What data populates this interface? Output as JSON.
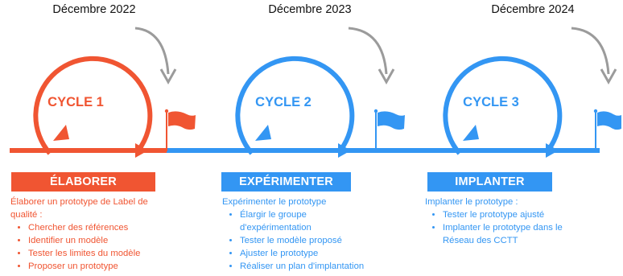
{
  "colors": {
    "orange": "#F05532",
    "blue": "#3396F3",
    "arrow_gray": "#9B9B9B"
  },
  "cycles": [
    {
      "date": "Décembre 2022",
      "label": "CYCLE 1",
      "banner": "ÉLABORER",
      "intro": "Élaborer un prototype de Label de qualité :",
      "items": [
        "Chercher des références",
        "Identifier un modèle",
        "Tester les limites du modèle",
        "Proposer un prototype"
      ],
      "color": "orange"
    },
    {
      "date": "Décembre 2023",
      "label": "CYCLE 2",
      "banner": "EXPÉRIMENTER",
      "intro": "Expérimenter le prototype",
      "items": [
        "Élargir le groupe d'expérimentation",
        "Tester le modèle proposé",
        "Ajuster le prototype",
        "Réaliser un plan d'implantation"
      ],
      "color": "blue"
    },
    {
      "date": "Décembre 2024",
      "label": "CYCLE 3",
      "banner": "IMPLANTER",
      "intro": "Implanter le prototype :",
      "items": [
        "Tester le prototype ajusté",
        "Implanter le prototype dans le Réseau des CCTT"
      ],
      "color": "blue"
    }
  ]
}
